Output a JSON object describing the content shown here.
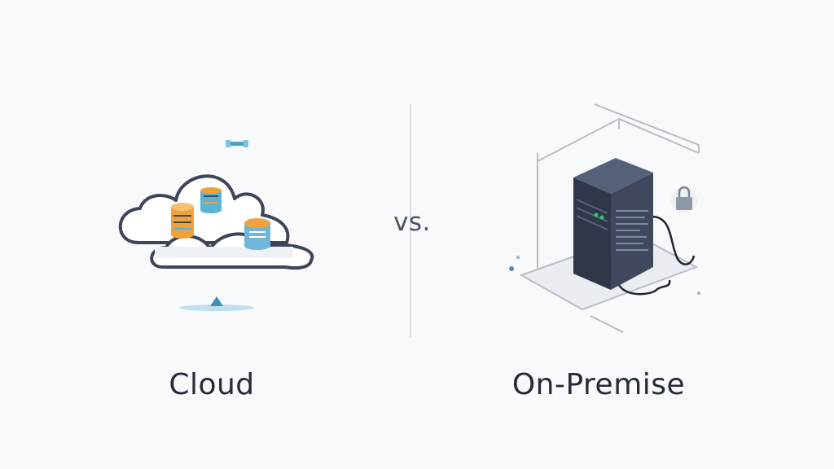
{
  "comparison": {
    "left_label": "Cloud",
    "separator": "vs.",
    "right_label": "On-Premise"
  },
  "icons": {
    "left": "cloud-storage-icon",
    "right": "server-rack-icon",
    "extra": [
      "database-icon",
      "padlock-icon",
      "satellite-icon"
    ]
  },
  "colors": {
    "text": "#242b3a",
    "cloud_outline": "#334155",
    "database_orange": "#f0a23a",
    "database_blue": "#5ab4d8",
    "server_body": "#3b4458",
    "status_light": "#35c46b"
  }
}
